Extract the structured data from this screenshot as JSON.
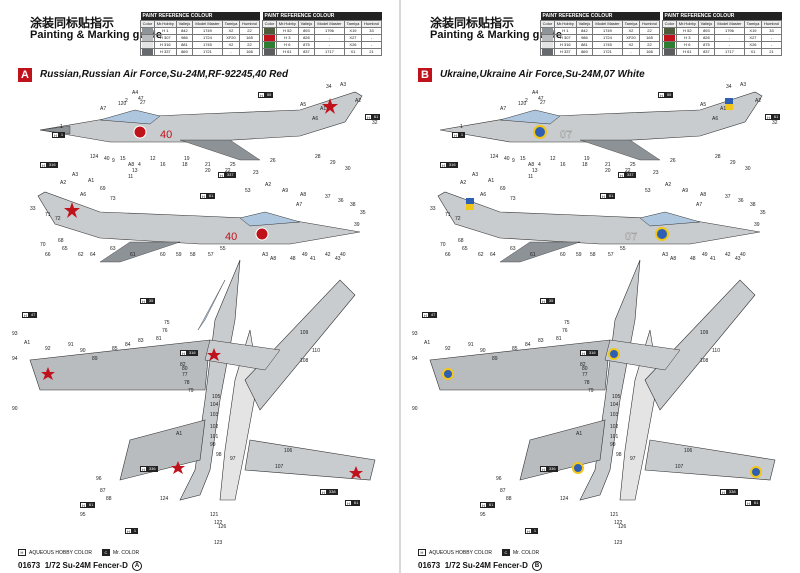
{
  "colors": {
    "accent_red": "#c0121b",
    "grey_light": "#c9ccce",
    "grey_mid": "#8d9297",
    "grey_dark": "#5f656a",
    "canopy_blue": "#aec7de",
    "ua_blue": "#2f5fb3",
    "ua_yellow": "#f2c618"
  },
  "sheets": [
    {
      "title_cn": "涂装同标贴指示",
      "title_en": "Painting & Marking guide",
      "section_letter": "A",
      "section_title": "Russian,Russian Air Force,Su-24M,RF-92245,40 Red",
      "tail_number": "40",
      "national_marking": "red-star",
      "footer_code": "01673",
      "footer_title": "1/72 Su-24M Fencer-D",
      "footer_letter": "A"
    },
    {
      "title_cn": "涂装同标贴指示",
      "title_en": "Painting & Marking guide",
      "section_letter": "B",
      "section_title": "Ukraine,Ukraine Air Force,Su-24M,07 White",
      "tail_number": "07",
      "national_marking": "ukraine-roundel",
      "footer_code": "01673",
      "footer_title": "1/72 Su-24M Fencer-D",
      "footer_letter": "B"
    }
  ],
  "ref_table": {
    "caption": "PAINT REFERENCE COLOUR",
    "headers": [
      "Color",
      "Mr.Hobby",
      "Vallejo",
      "Model Master",
      "Tamiya",
      "Humbrol"
    ],
    "left_rows": [
      {
        "swatch": "#8f9498",
        "hobby": "H 1",
        "vallejo": "842",
        "mm": "1749",
        "tamiya": "X2",
        "humbrol": "22"
      },
      {
        "swatch": "#b9bcbf",
        "hobby": "H 307",
        "vallejo": "986",
        "mm": "1724",
        "tamiya": "XF20",
        "humbrol": "165"
      },
      {
        "swatch": "#e4e4e4",
        "hobby": "H 316",
        "vallejo": "881",
        "mm": "1745",
        "tamiya": "X2",
        "humbrol": "22"
      },
      {
        "swatch": "#666a6e",
        "hobby": "H 337",
        "vallejo": "869",
        "mm": "1721",
        "tamiya": "-",
        "humbrol": "166"
      }
    ],
    "right_rows": [
      {
        "swatch": "#4e5a3c",
        "hobby": "H 52",
        "vallejo": "893",
        "mm": "1796",
        "tamiya": "X19",
        "humbrol": "33"
      },
      {
        "swatch": "#c0121b",
        "hobby": "H 3",
        "vallejo": "826",
        "mm": "-",
        "tamiya": "X27",
        "humbrol": "-"
      },
      {
        "swatch": "#2e7d32",
        "hobby": "H 6",
        "vallejo": "875",
        "mm": "-",
        "tamiya": "X26",
        "humbrol": "-"
      },
      {
        "swatch": "#5b5d5e",
        "hobby": "H 61",
        "vallejo": "837",
        "mm": "1717",
        "tamiya": "X1",
        "humbrol": "21"
      }
    ]
  },
  "hcodes": {
    "top_left": {
      "letter": "H",
      "num": "1"
    },
    "nose_left": {
      "letter": "H",
      "num": "316"
    },
    "mid": {
      "letter": "H",
      "num": "337"
    },
    "tail": {
      "letter": "H",
      "num": "61"
    },
    "upper": {
      "letter": "H",
      "num": "55"
    },
    "plan_top": {
      "letter": "H",
      "num": "35"
    },
    "bottom": {
      "letter": "H",
      "num": "1"
    },
    "wing": {
      "letter": "H",
      "num": "47"
    },
    "wing2": {
      "letter": "H",
      "num": "316"
    },
    "right_bottom": {
      "letter": "H",
      "num": "338"
    },
    "right_bottom2": {
      "letter": "H",
      "num": "61"
    },
    "plan_left_lower": {
      "letter": "H",
      "num": "336"
    },
    "plan_wing_left": {
      "letter": "H",
      "num": "61"
    }
  },
  "legend": {
    "aqueous_symbol": "H",
    "aqueous_label": "AQUEOUS HOBBY COLOR",
    "mr_symbol": "C",
    "mr_label": "Mr. COLOR"
  },
  "callouts_side": [
    "1",
    "120",
    "A7",
    "2",
    "47",
    "A4",
    "27",
    "124",
    "15",
    "A8",
    "12",
    "40",
    "9",
    "4",
    "25",
    "21",
    "22",
    "23",
    "26",
    "A5",
    "A1",
    "34",
    "A3",
    "A2",
    "A6",
    "32",
    "18",
    "20",
    "13",
    "11",
    "16",
    "19",
    "28",
    "29",
    "30"
  ],
  "callouts_low": [
    "33",
    "A2",
    "A3",
    "A1",
    "69",
    "A6",
    "73",
    "71",
    "70",
    "66",
    "68",
    "62",
    "65",
    "64",
    "63",
    "61",
    "60",
    "59",
    "58",
    "57",
    "55",
    "53",
    "A2",
    "A9",
    "A8",
    "A7",
    "A3",
    "A8",
    "48",
    "49",
    "41",
    "42",
    "43",
    "40",
    "37",
    "36",
    "38",
    "35",
    "39",
    "72"
  ],
  "callouts_plan": [
    "93",
    "A1",
    "92",
    "91",
    "90",
    "89",
    "85",
    "84",
    "83",
    "81",
    "76",
    "75",
    "80",
    "82",
    "77",
    "78",
    "79",
    "94",
    "90",
    "96",
    "87",
    "88",
    "95",
    "124",
    "105",
    "104",
    "103",
    "102",
    "101",
    "99",
    "98",
    "97",
    "107",
    "106",
    "109",
    "110",
    "108",
    "121",
    "122",
    "126",
    "123",
    "A1"
  ]
}
